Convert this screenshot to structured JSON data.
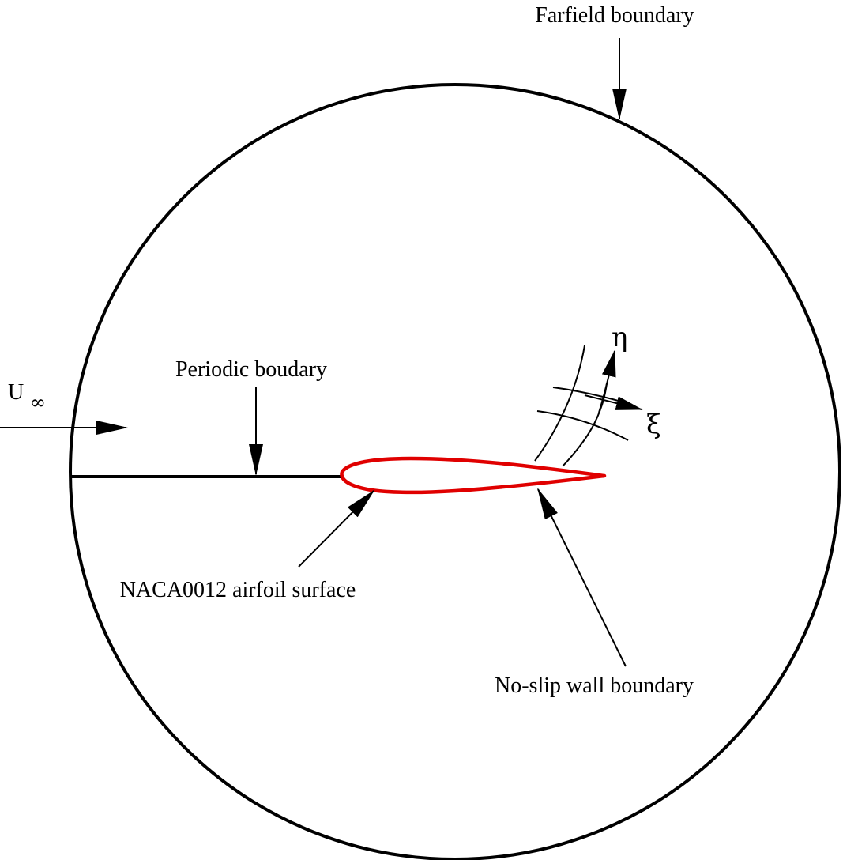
{
  "labels": {
    "farfield": "Farfield boundary",
    "periodic": "Periodic boudary",
    "freestream_symbol": "U",
    "freestream_subscript": "∞",
    "airfoil": "NACA0012 airfoil surface",
    "noslip": "No-slip wall boundary",
    "eta": "η",
    "xi": "ξ"
  },
  "colors": {
    "outline": "#000000",
    "airfoil": "#e00000",
    "background": "#ffffff"
  }
}
